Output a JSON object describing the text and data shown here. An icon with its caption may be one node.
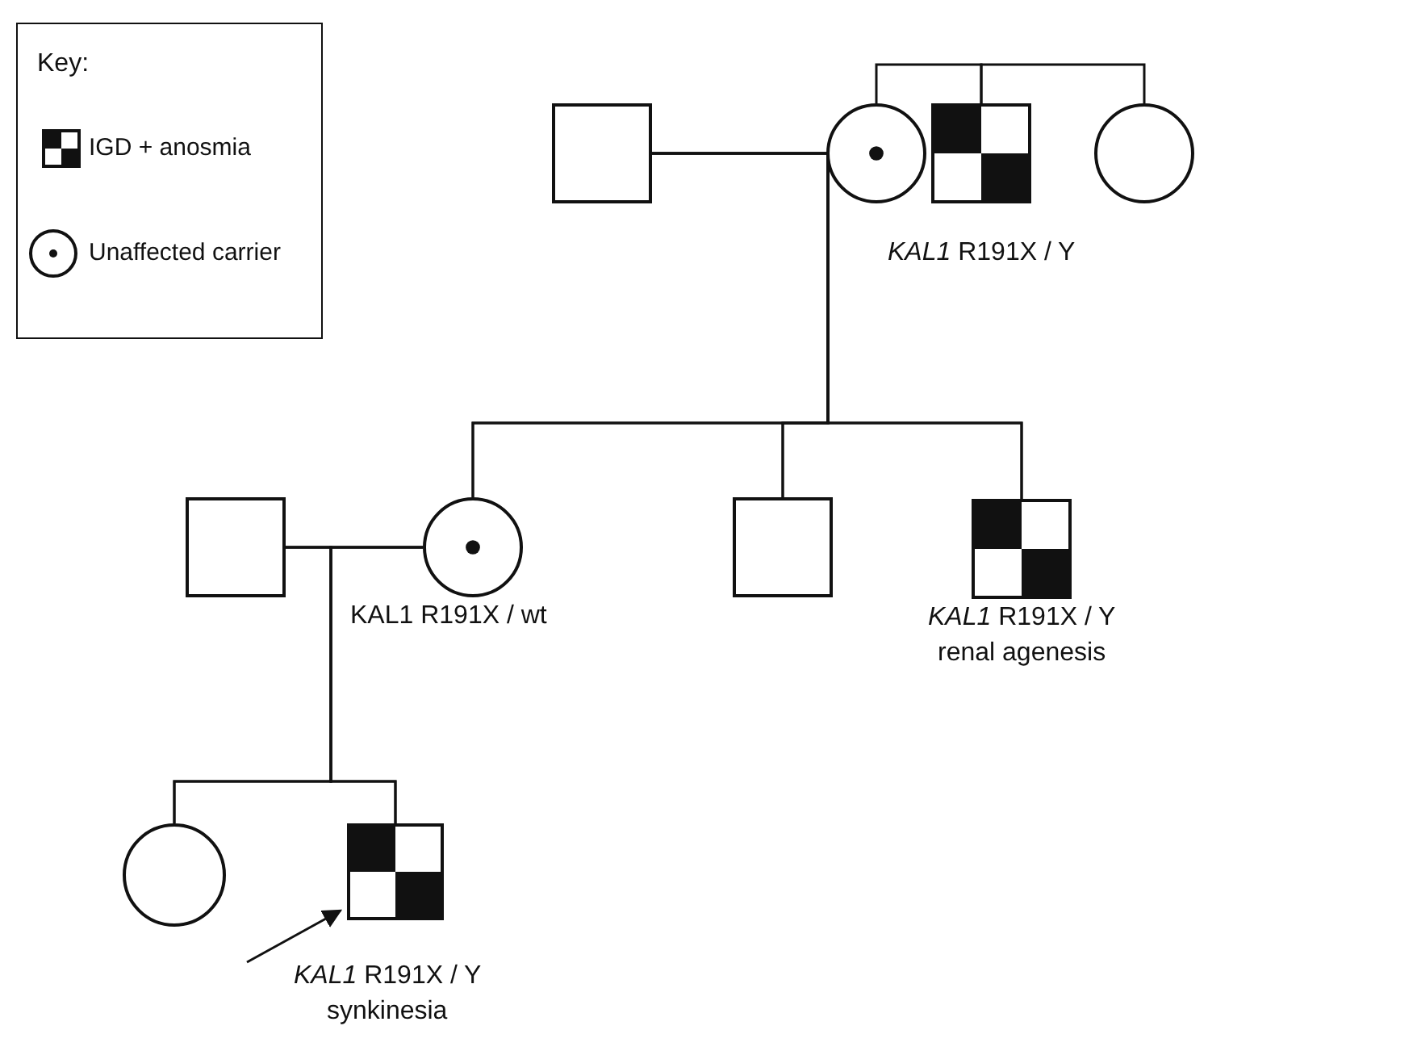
{
  "diagram": {
    "nodes": [
      {
        "text": [],
        "shape": "box"
      },
      {
        "text": [],
        "shape": "bullseye"
      },
      {
        "text": [],
        "shape": "checkerboard",
        "beside": [
          "*KAL1* R191X / Y"
        ]
      },
      {
        "text": [],
        "shape": "circle"
      },
      {
        "text": [],
        "shape": "box"
      },
      {
        "text": [],
        "shape": "bullseye",
        "beside": [
          "KAL1 R191X / wt"
        ]
      },
      {
        "text": [],
        "shape": "box"
      },
      {
        "text": [],
        "shape": "checkerboard",
        "beside": [
          "*KAL1* R191X / Y",
          "renal agenesis"
        ]
      },
      {
        "text": [],
        "shape": "circle"
      },
      {
        "text": [],
        "shape": "checkerboard",
        "beside": [
          "*KAL1* R191X / Y",
          "synkinesia"
        ]
      }
    ],
    "edges": [
      {
        "from": 0,
        "to": 1,
        "arrow": "none"
      },
      {
        "from": 1,
        "to": 2,
        "arrow": "none"
      },
      {
        "from": 2,
        "to": 3,
        "arrow": "none"
      },
      {
        "from": 0,
        "to": 5,
        "arrow": "none"
      },
      {
        "from": 1,
        "to": 5,
        "arrow": "none"
      },
      {
        "from": 0,
        "to": 6,
        "arrow": "none"
      },
      {
        "from": 1,
        "to": 6,
        "arrow": "none"
      },
      {
        "from": 0,
        "to": 7,
        "arrow": "none"
      },
      {
        "from": 1,
        "to": 7,
        "arrow": "none"
      },
      {
        "from": 4,
        "to": 5,
        "arrow": "none"
      },
      {
        "from": 4,
        "to": 8,
        "arrow": "none"
      },
      {
        "from": 5,
        "to": 8,
        "arrow": "none"
      },
      {
        "from": 4,
        "to": 9,
        "arrow": "none"
      },
      {
        "from": 5,
        "to": 9,
        "arrow": "none"
      },
      {
        "from": null,
        "to": 9,
        "arrow": "to"
      }
    ],
    "labels": [
      "Key:"
    ],
    "legend": [
      {
        "text": "IGD + anosmia"
      },
      {
        "text": "Unaffected carrier"
      }
    ]
  }
}
